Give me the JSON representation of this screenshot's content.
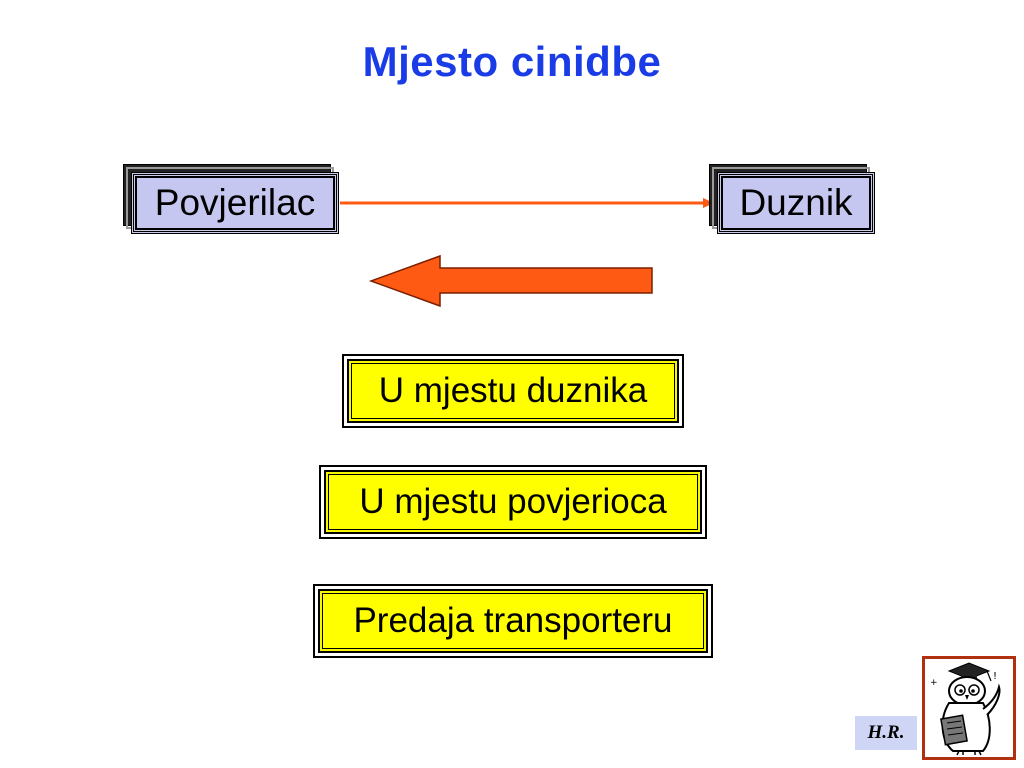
{
  "title": "Mjesto cinidbe",
  "parties": {
    "creditor": "Povjerilac",
    "debtor": "Duznik"
  },
  "options": [
    "U mjestu duznika",
    "U mjestu povjerioca",
    "Predaja transporteru"
  ],
  "footer": {
    "initials": "H.R."
  },
  "colors": {
    "title": "#1a3ce6",
    "arrow": "#ff5a14",
    "party_fill": "#c5c7f0",
    "option_fill": "#ffff00",
    "logo_frame": "#b03010"
  },
  "icons": {
    "logo": "owl-scholar-icon"
  }
}
